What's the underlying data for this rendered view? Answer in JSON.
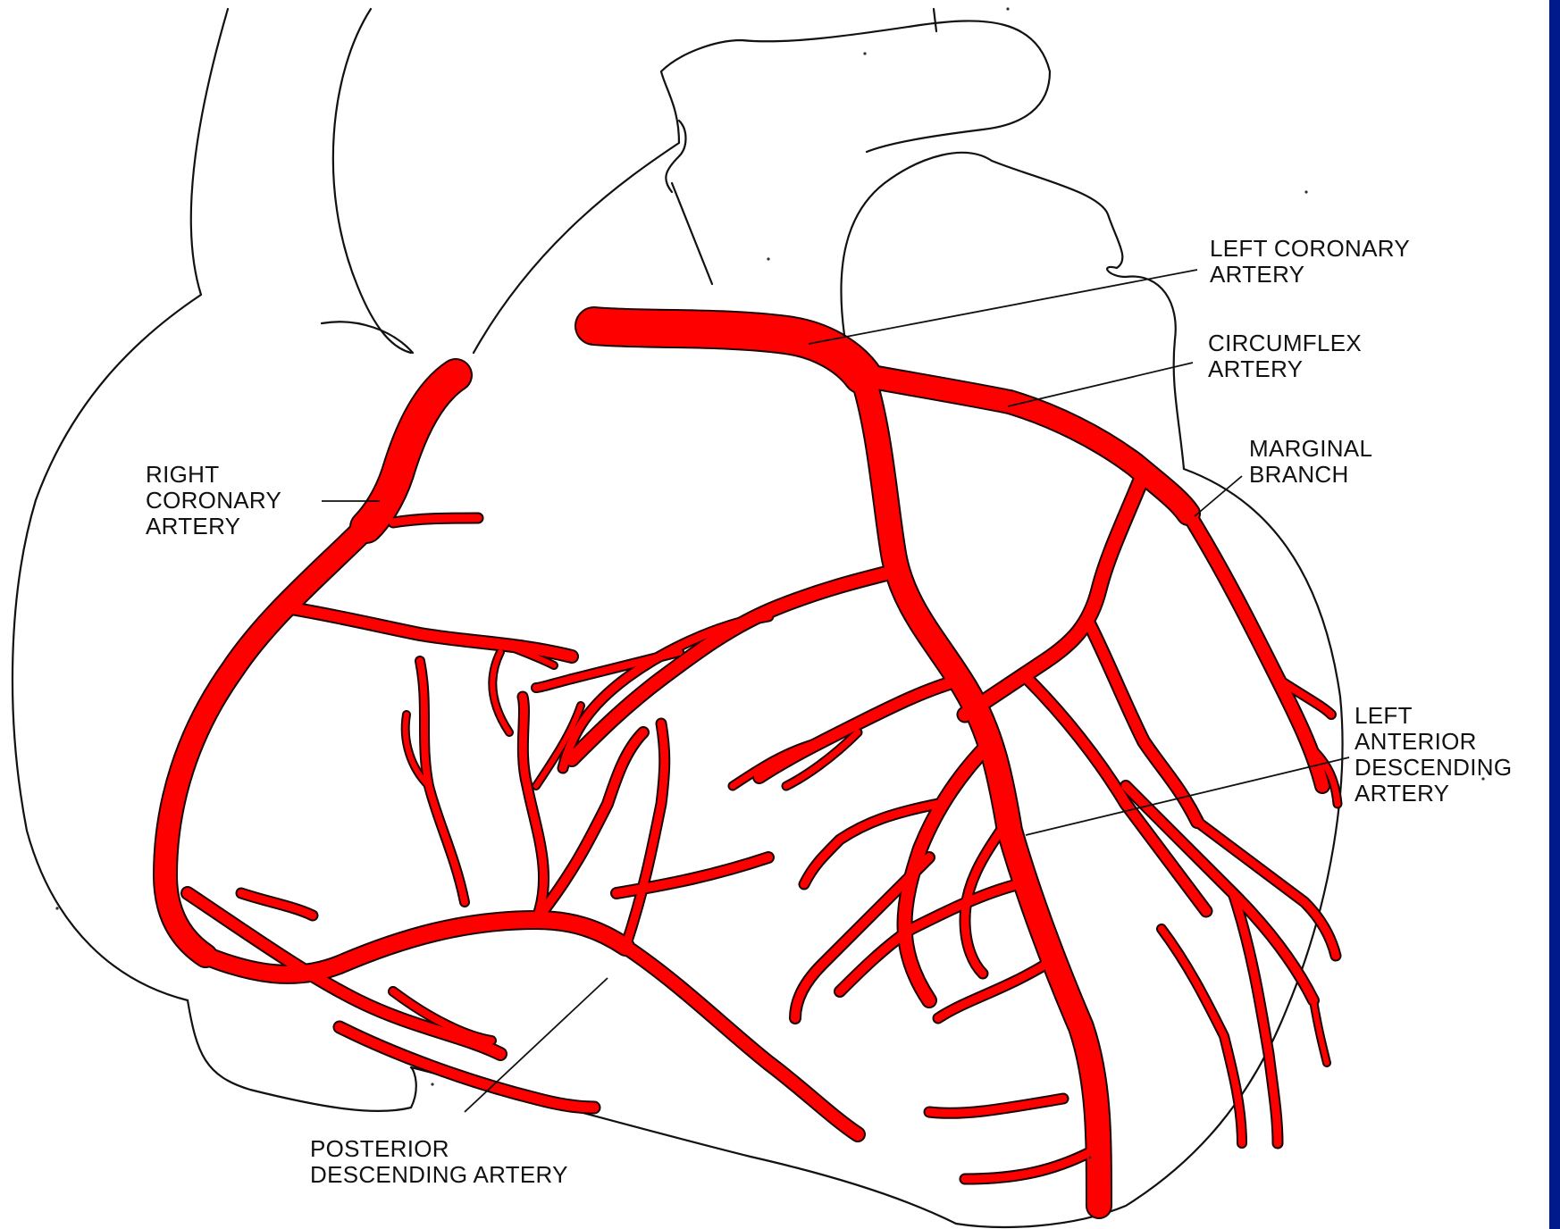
{
  "labels": {
    "left_coronary_artery": [
      "LEFT CORONARY",
      "ARTERY"
    ],
    "circumflex_artery": [
      "CIRCUMFLEX",
      "ARTERY"
    ],
    "marginal_branch": [
      "MARGINAL",
      "BRANCH"
    ],
    "right_coronary_artery": [
      "RIGHT",
      "CORONARY",
      "ARTERY"
    ],
    "left_anterior_descending_artery": [
      "LEFT",
      "ANTERIOR",
      "DESCENDING",
      "ARTERY"
    ],
    "posterior_descending_artery": [
      "POSTERIOR",
      "DESCENDING ARTERY"
    ]
  },
  "colors": {
    "artery": "#ff0000",
    "outline": "#111111",
    "edge_bar": "#001a8c"
  }
}
